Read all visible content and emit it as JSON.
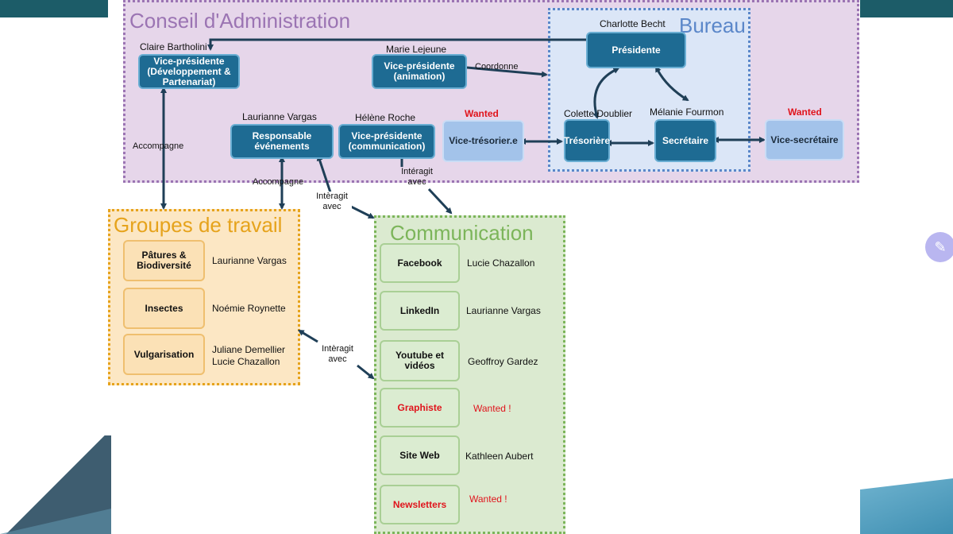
{
  "groups": {
    "ca": "Conseil d'Administration",
    "bureau": "Bureau",
    "gt": "Groupes de travail",
    "comm": "Communication"
  },
  "nodes": {
    "vp_dev": "Vice-présidente (Développement & Partenariat)",
    "vp_anim": "Vice-présidente (animation)",
    "presidente": "Présidente",
    "resp_evt": "Responsable événements",
    "vp_comm": "Vice-présidente (communication)",
    "vice_tresorier": "Vice-trésorier.e",
    "tresoriere": "Trésorière",
    "secretaire": "Secrétaire",
    "vice_secretaire": "Vice-secrétaire"
  },
  "people": {
    "claire": "Claire Bartholini",
    "marie": "Marie Lejeune",
    "charlotte": "Charlotte Becht",
    "laurianne": "Laurianne Vargas",
    "helene": "Hélène Roche",
    "colette": "Colette Doublier",
    "melanie": "Mélanie Fourmon",
    "wanted1": "Wanted",
    "wanted2": "Wanted"
  },
  "edges": {
    "coordonne": "Coordonne",
    "accompagne1": "Accompagne",
    "accompagne2": "Accompagne",
    "interagit1": "Intèragit avec",
    "interagit2": "Intéragit avec",
    "interagit3": "Intèragit avec"
  },
  "working_groups": [
    {
      "name": "Pâtures & Biodiversité",
      "people": "Laurianne Vargas"
    },
    {
      "name": "Insectes",
      "people": "Noémie Roynette"
    },
    {
      "name": "Vulgarisation",
      "people": "Juliane Demellier Lucie Chazallon"
    }
  ],
  "communication": [
    {
      "name": "Facebook",
      "people": "Lucie Chazallon",
      "wanted": false
    },
    {
      "name": "LinkedIn",
      "people": "Laurianne Vargas",
      "wanted": false
    },
    {
      "name": "Youtube et vidéos",
      "people": "Geoffroy Gardez",
      "wanted": false
    },
    {
      "name": "Graphiste",
      "people": "Wanted !",
      "wanted": true
    },
    {
      "name": "Site Web",
      "people": "Kathleen Aubert",
      "wanted": false
    },
    {
      "name": "Newsletters",
      "people": "Wanted !",
      "wanted": true
    }
  ],
  "colors": {
    "dark_node": "#1e6b93",
    "light_node": "#a3c3ea",
    "wanted_red": "#e0141c",
    "arrow": "#1f3f57"
  },
  "icons": {
    "pen": "pen-icon"
  }
}
